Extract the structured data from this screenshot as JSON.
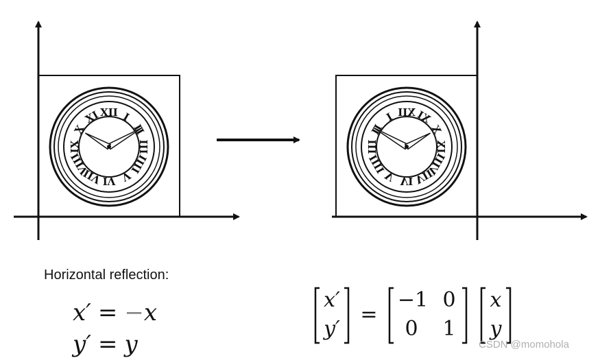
{
  "caption": "Horizontal reflection:",
  "watermark": "CSDN @momohola",
  "equations": {
    "eq1": {
      "lhs": "x′",
      "op": "=",
      "neg": "−",
      "rhs": "x"
    },
    "eq2": {
      "lhs": "y′",
      "op": "=",
      "rhs": "y"
    }
  },
  "matrix_equation": {
    "result_vector": [
      "x′",
      "y′"
    ],
    "equals": "=",
    "matrix": [
      [
        "−1",
        "0"
      ],
      [
        "0",
        "1"
      ]
    ],
    "input_vector": [
      "x",
      "y"
    ]
  },
  "clock": {
    "numerals": [
      "XII",
      "I",
      "II",
      "III",
      "IIII",
      "V",
      "VI",
      "VII",
      "VIII",
      "IX",
      "X",
      "XI"
    ]
  },
  "colors": {
    "ink": "#111111",
    "watermark": "#b0b0b0"
  }
}
